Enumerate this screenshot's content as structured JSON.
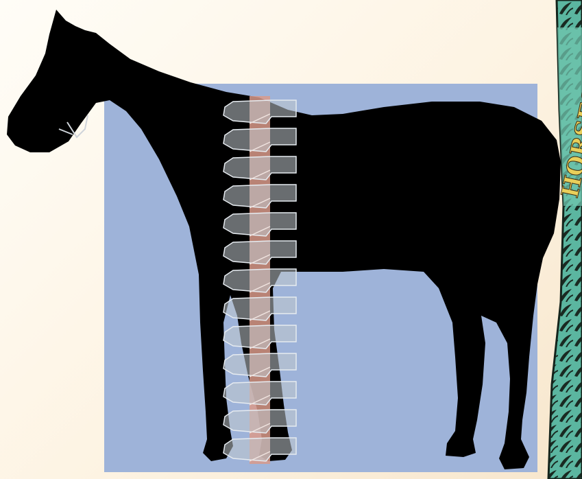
{
  "banner": {
    "text": "HORSES"
  },
  "colors": {
    "background": "#fdf3e2",
    "panel": "#9eb3d9",
    "silhouette": "#000000",
    "spine_band": "#d99a8a",
    "vertebra_fill": "#bfc6cc",
    "banner_teal": "#5bb6a0",
    "banner_text": "#e8cf5a"
  },
  "icons": [
    "horse-silhouette",
    "vertebra-stack",
    "patterned-banner"
  ]
}
